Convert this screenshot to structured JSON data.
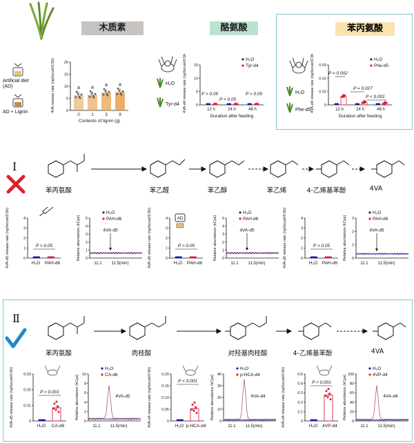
{
  "colors": {
    "lignin_header_bg": "#c7c3c1",
    "tyr_header_bg": "#b9e2cf",
    "phe_header_bg": "#fbe3b0",
    "panel_border": "#7ec7d3",
    "h2o_color": "#1a1fa0",
    "label_color": "#d81e3c",
    "bar_color": "#e8a14d",
    "x_mark": "#e0202a",
    "check_mark": "#1e88c8"
  },
  "top": {
    "lignin_title": "木质素",
    "tyr_title": "酪氨酸",
    "phe_title": "苯丙氨酸",
    "diet_ad_line1": "Artificial diet",
    "diet_ad_line2": "(AD)",
    "diet_lignin": "AD + Lignin",
    "h2o_leaf": "H₂O",
    "tyr_leaf": "Tyr-d4",
    "phe_leaf": "Phe-d5",
    "ylabel_lignin": "4VA release rate (ng/locust/0.5h)",
    "ylabel_tyr": "4VA-d4 release rate (ng/locust/0.5h)",
    "ylabel_phe": "4VA-d4 release rate (ng/locust/0.5h)",
    "xlabel_lignin": "Contents of lignin (g)",
    "xlabel_duration": "Duration after feeding",
    "legend_h2o": "H₂O",
    "legend_tyr": "Tyr-d4",
    "legend_phe": "Phe-d5",
    "lignin_ticks": [
      "0",
      "1",
      "3",
      "9"
    ],
    "lignin_letters": [
      "a",
      "a",
      "a",
      "a"
    ],
    "lignin_yticks": [
      "0",
      "5",
      "10",
      "15",
      "20"
    ],
    "dur_ticks": [
      "12 h",
      "24 h",
      "48 h"
    ],
    "tyr_yticks": [
      "0",
      "5",
      "10",
      "15"
    ],
    "phe_yticks": [
      "0",
      "0.01",
      "0.02",
      "0.03"
    ],
    "tyr_p1": "P > 0.05",
    "tyr_p2": "P > 0.05",
    "tyr_p3": "P > 0.05",
    "phe_p1": "P = 0.002",
    "phe_p2": "P = 0.027",
    "phe_p3": "P < 0.001"
  },
  "path1": {
    "numeral": "Ⅰ",
    "names": [
      "苯丙氨酸",
      "苯乙醛",
      "苯乙醇",
      "苯乙烯",
      "4-乙烯基苯酚",
      "4VA"
    ],
    "ylabel_rate": "4VA-d5 release rate (ng/locust/0.5h)",
    "ylabel_abund": "Relative abundance (kCps)",
    "x_h2o": "H₂O",
    "x_pah": "PAH-d6",
    "legend_h2o": "H₂O",
    "legend_pah": "PAH-d6",
    "p_text": "P > 0.05",
    "peak_label": "4VA-d5",
    "ad_label": "AD",
    "time_ticks": [
      "11.1",
      "11.5(min)"
    ],
    "rate_yticks": [
      "0",
      "1",
      "2",
      "3",
      "4"
    ],
    "abund_yticks": [
      "0",
      "1",
      "2",
      "3",
      "4",
      "5"
    ],
    "abund_yticks_3": [
      "0",
      "1",
      "2",
      "3"
    ]
  },
  "path2": {
    "numeral": "Ⅱ",
    "names": [
      "苯丙氨酸",
      "肉桂酸",
      "对羟基肉桂酸",
      "4-乙烯基苯酚",
      "4VA"
    ],
    "ylabel_d5": "4VA-d5 release rate (ng/locust/0.5h)",
    "ylabel_d4": "4VA-d4 release rate (ng/locust/0.5h)",
    "ylabel_abund": "Relative abundance (kCps)",
    "x_h2o": "H₂O",
    "x_ca": "CA-d6",
    "x_hca": "p-HCA-d4",
    "x_4vp": "4VP-d4",
    "legend_h2o": "H₂O",
    "legend_ca": "CA-d6",
    "legend_hca": "p-HCA-d4",
    "legend_4vp": "4VP-d4",
    "p1": "P = 0.001",
    "p2": "P < 0.001",
    "p3": "P < 0.001",
    "peak_d5": "4VA-d5",
    "peak_d4a": "4VA-d4",
    "peak_d4b": "4VA-d4",
    "time_ticks": [
      "11.1",
      "11.5(min)"
    ],
    "rate1_yticks": [
      "0",
      "0.01",
      "0.02",
      "0.03"
    ],
    "rate2_yticks": [
      "0",
      "0.05",
      "0.10",
      "0.15",
      "0.20"
    ],
    "rate3_yticks": [
      "0",
      "0.1",
      "0.2",
      "0.3",
      "0.4",
      "0.5"
    ],
    "abund1_yticks": [
      "0",
      "2",
      "4",
      "6",
      "8",
      "10"
    ],
    "abund2_yticks": [
      "0",
      "10",
      "20",
      "30",
      "40"
    ],
    "abund3_yticks": [
      "0",
      "20",
      "40",
      "60",
      "80",
      "100"
    ]
  }
}
